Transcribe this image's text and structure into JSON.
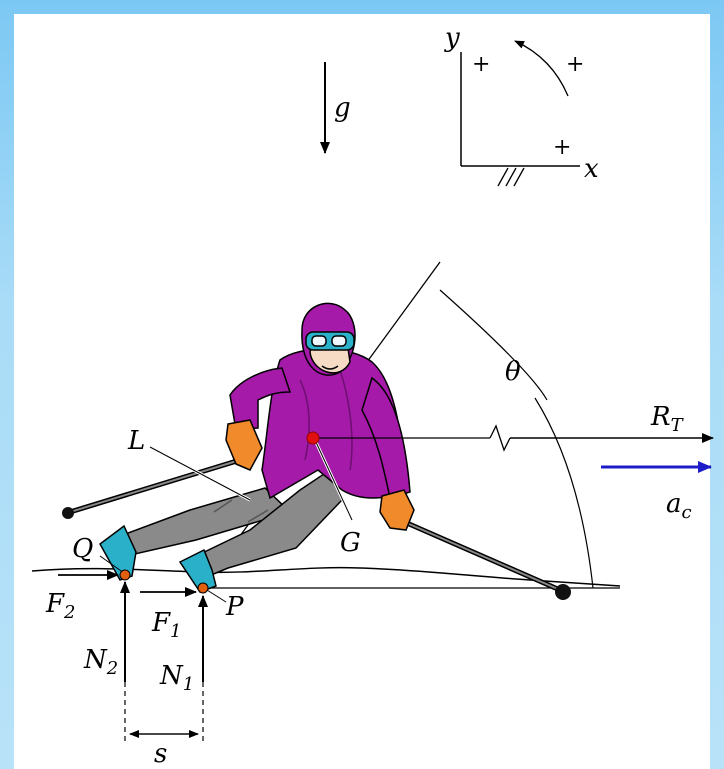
{
  "colors": {
    "background": "#9fd6f6",
    "panel": "#ffffff",
    "jacket": "#a51aa8",
    "jacket_dark": "#6e0f72",
    "pants": "#8a8a8a",
    "gloves": "#f08a2a",
    "skin": "#f6dcc4",
    "boots": "#2ab0c8",
    "point_red": "#e01010",
    "point_orange": "#e06010",
    "accel_arrow": "#1c1cc8"
  },
  "labels": {
    "g": "g",
    "y_axis": "y",
    "x_axis": "x",
    "plus_y": "+",
    "plus_rot": "+",
    "plus_x": "+",
    "theta": "θ",
    "R": "R",
    "R_sub": "T",
    "a": "a",
    "a_sub": "c",
    "L": "L",
    "G": "G",
    "Q": "Q",
    "P": "P",
    "F2": "F",
    "F2_sub": "2",
    "F1": "F",
    "F1_sub": "1",
    "N2": "N",
    "N2_sub": "2",
    "N1": "N",
    "N1_sub": "1",
    "s": "s"
  }
}
